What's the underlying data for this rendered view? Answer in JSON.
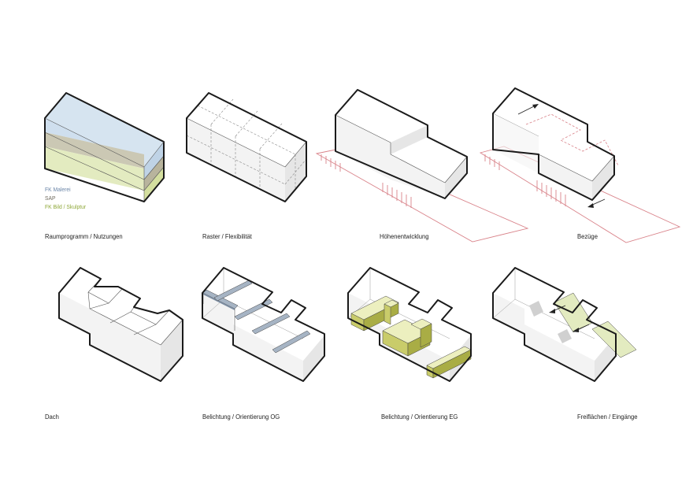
{
  "captions": {
    "c1": "Raumprogramm / Nutzungen",
    "c2": "Raster / Flexibilität",
    "c3": "Höhenentwicklung",
    "c4": "Bezüge",
    "c5": "Dach",
    "c6": "Belichtung / Orientierung OG",
    "c7": "Belichtung / Orientierung EG",
    "c8": "Freiflächen / Eingänge"
  },
  "legend": [
    {
      "label": "FK Malerei",
      "color": "#6b86a8"
    },
    {
      "label": "SAP",
      "color": "#6f6a5e"
    },
    {
      "label": "FK Bild / Skulptur",
      "color": "#8fa83a"
    }
  ],
  "colors": {
    "malerei": "#d6e4f0",
    "sap": "#cbc8b4",
    "bild": "#e3ebc0",
    "yellow_top": "#ecefbf",
    "yellow_side": "#c9cc6a",
    "yellow_dark": "#a9ad45",
    "blue": "#a6b4c4",
    "grey_patch": "#d0d0d0",
    "red_line": "#d9838a"
  },
  "icons": {
    "arrow": "arrow-icon"
  }
}
